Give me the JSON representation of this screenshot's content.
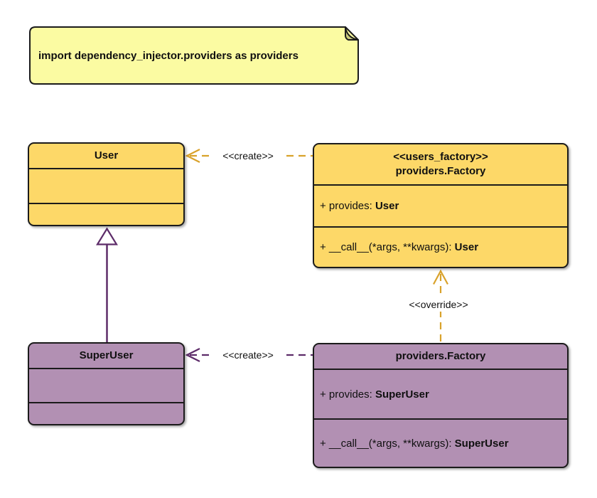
{
  "note": {
    "text": "import dependency_injector.providers as providers"
  },
  "colors": {
    "note_fill": "#FBFBA2",
    "note_fold": "#C9C97A",
    "class_yellow_fill": "#FDD868",
    "class_purple_fill": "#B290B3",
    "gold_edge": "#D9A22B",
    "purple_edge": "#5D2C69",
    "border_black": "#1B1B1B"
  },
  "classes": {
    "user": {
      "title": "User"
    },
    "users_factory": {
      "stereotype": "<<users_factory>>",
      "title": "providers.Factory",
      "members": [
        {
          "prefix": "+ provides: ",
          "type": "User"
        },
        {
          "prefix": "+ __call__(*args, **kwargs): ",
          "type": "User"
        }
      ]
    },
    "superuser": {
      "title": "SuperUser"
    },
    "superuser_factory": {
      "title": "providers.Factory",
      "members": [
        {
          "prefix": "+ provides: ",
          "type": "SuperUser"
        },
        {
          "prefix": "+ __call__(*args, **kwargs): ",
          "type": "SuperUser"
        }
      ]
    }
  },
  "edges": {
    "create_user": {
      "label": "<<create>>"
    },
    "create_superuser": {
      "label": "<<create>>"
    },
    "override": {
      "label": "<<override>>"
    }
  }
}
